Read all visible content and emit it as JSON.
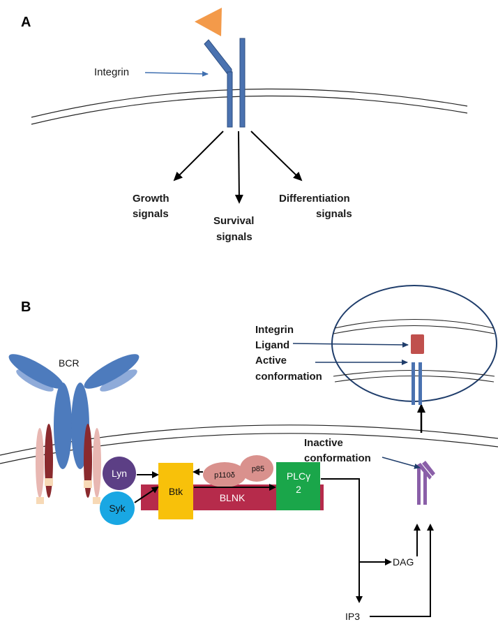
{
  "panel_a": {
    "letter": "A",
    "integrin_label": "Integrin",
    "outputs": [
      {
        "line1": "Growth",
        "line2": "signals"
      },
      {
        "line1": "Survival",
        "line2": "signals"
      },
      {
        "line1": "Differentiation",
        "line2": "signals"
      }
    ]
  },
  "panel_b": {
    "letter": "B",
    "bcr_label": "BCR",
    "lyn": "Lyn",
    "syk": "Syk",
    "btk": "Btk",
    "p110": "p110δ",
    "p85": "p85",
    "plc_line1": "PLCγ",
    "plc_line2": "2",
    "blnk": "BLNK",
    "dag": "DAG",
    "ip3": "IP3",
    "inactive_line1": "Inactive",
    "inactive_line2": "conformation",
    "ligand_line1": "Integrin",
    "ligand_line2": "Ligand",
    "active_line1": "Active",
    "active_line2": "conformation"
  },
  "colors": {
    "integrin_blue": "#4a72b0",
    "ligand_orange": "#f39a4a",
    "bcr_blue": "#4d7bbd",
    "bcr_light": "#8fabd9",
    "lyn_purple": "#5c3f85",
    "syk_cyan": "#19a7e3",
    "btk_yellow": "#f8c10a",
    "p110_pink": "#d9918d",
    "plc_green": "#1aa64a",
    "blnk_red": "#b62b4b",
    "inactive_purple": "#8a5fa8",
    "active_ligand_red": "#c0504d"
  }
}
